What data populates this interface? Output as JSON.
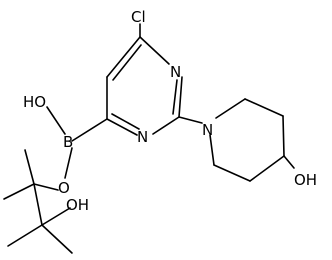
{
  "atoms": {
    "cl": "Cl",
    "n_top": "N",
    "n_bottom": "N",
    "n_piperidine": "N",
    "oh_piperidine": "OH",
    "ho_boron": "HO",
    "boron": "B",
    "o_ester": "O",
    "oh_pinacol": "OH"
  },
  "colors": {
    "bond": "#000000",
    "label": "#000000",
    "background": "#ffffff"
  }
}
